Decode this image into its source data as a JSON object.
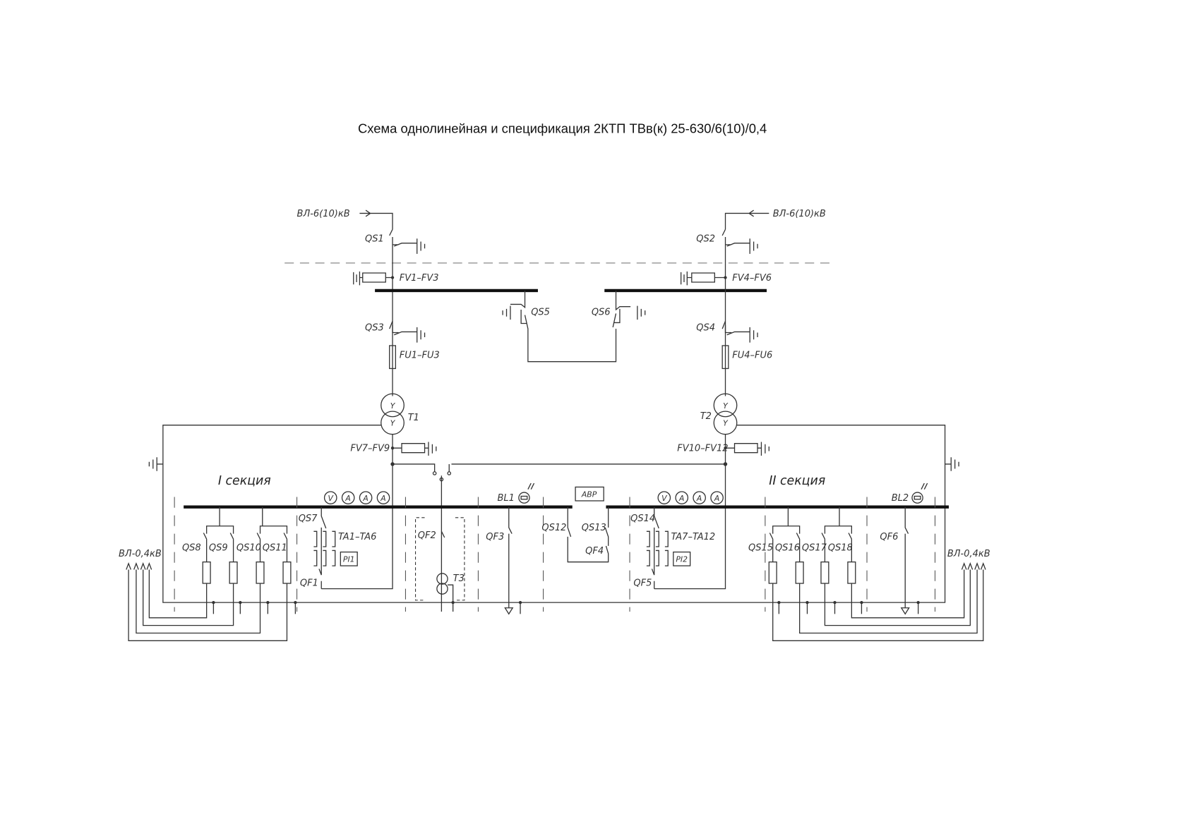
{
  "title": "Схема однолинейная и спецификация 2КТП ТВв(к) 25-630/6(10)/0,4",
  "sections": {
    "left": "I секция",
    "right": "II секция"
  },
  "inputs": {
    "hv_left": "ВЛ-6(10)кВ",
    "hv_right": "ВЛ-6(10)кВ",
    "lv_left": "ВЛ-0,4кВ",
    "lv_right": "ВЛ-0,4кВ"
  },
  "labels": {
    "qs1": "QS1",
    "qs2": "QS2",
    "qs3": "QS3",
    "qs4": "QS4",
    "qs5": "QS5",
    "qs6": "QS6",
    "fv1": "FV1–FV3",
    "fv4": "FV4–FV6",
    "fu1": "FU1–FU3",
    "fu4": "FU4–FU6",
    "t1": "T1",
    "t2": "T2",
    "t3": "T3",
    "fv7": "FV7–FV9",
    "fv10": "FV10–FV12",
    "qs7": "QS7",
    "qs8": "QS8",
    "qs9": "QS9",
    "qs10": "QS10",
    "qs11": "QS11",
    "qs12": "QS12",
    "qs13": "QS13",
    "qs14": "QS14",
    "qs15": "QS15",
    "qs16": "QS16",
    "qs17": "QS17",
    "qs18": "QS18",
    "qf1": "QF1",
    "qf2": "QF2",
    "qf3": "QF3",
    "qf4": "QF4",
    "qf5": "QF5",
    "qf6": "QF6",
    "ta1": "TA1–TA6",
    "ta7": "TA7–TA12",
    "pi1": "PI1",
    "pi2": "PI2",
    "bl1": "BL1",
    "bl2": "BL2",
    "abp": "АВР"
  },
  "meters": [
    "V",
    "A",
    "A",
    "A"
  ]
}
